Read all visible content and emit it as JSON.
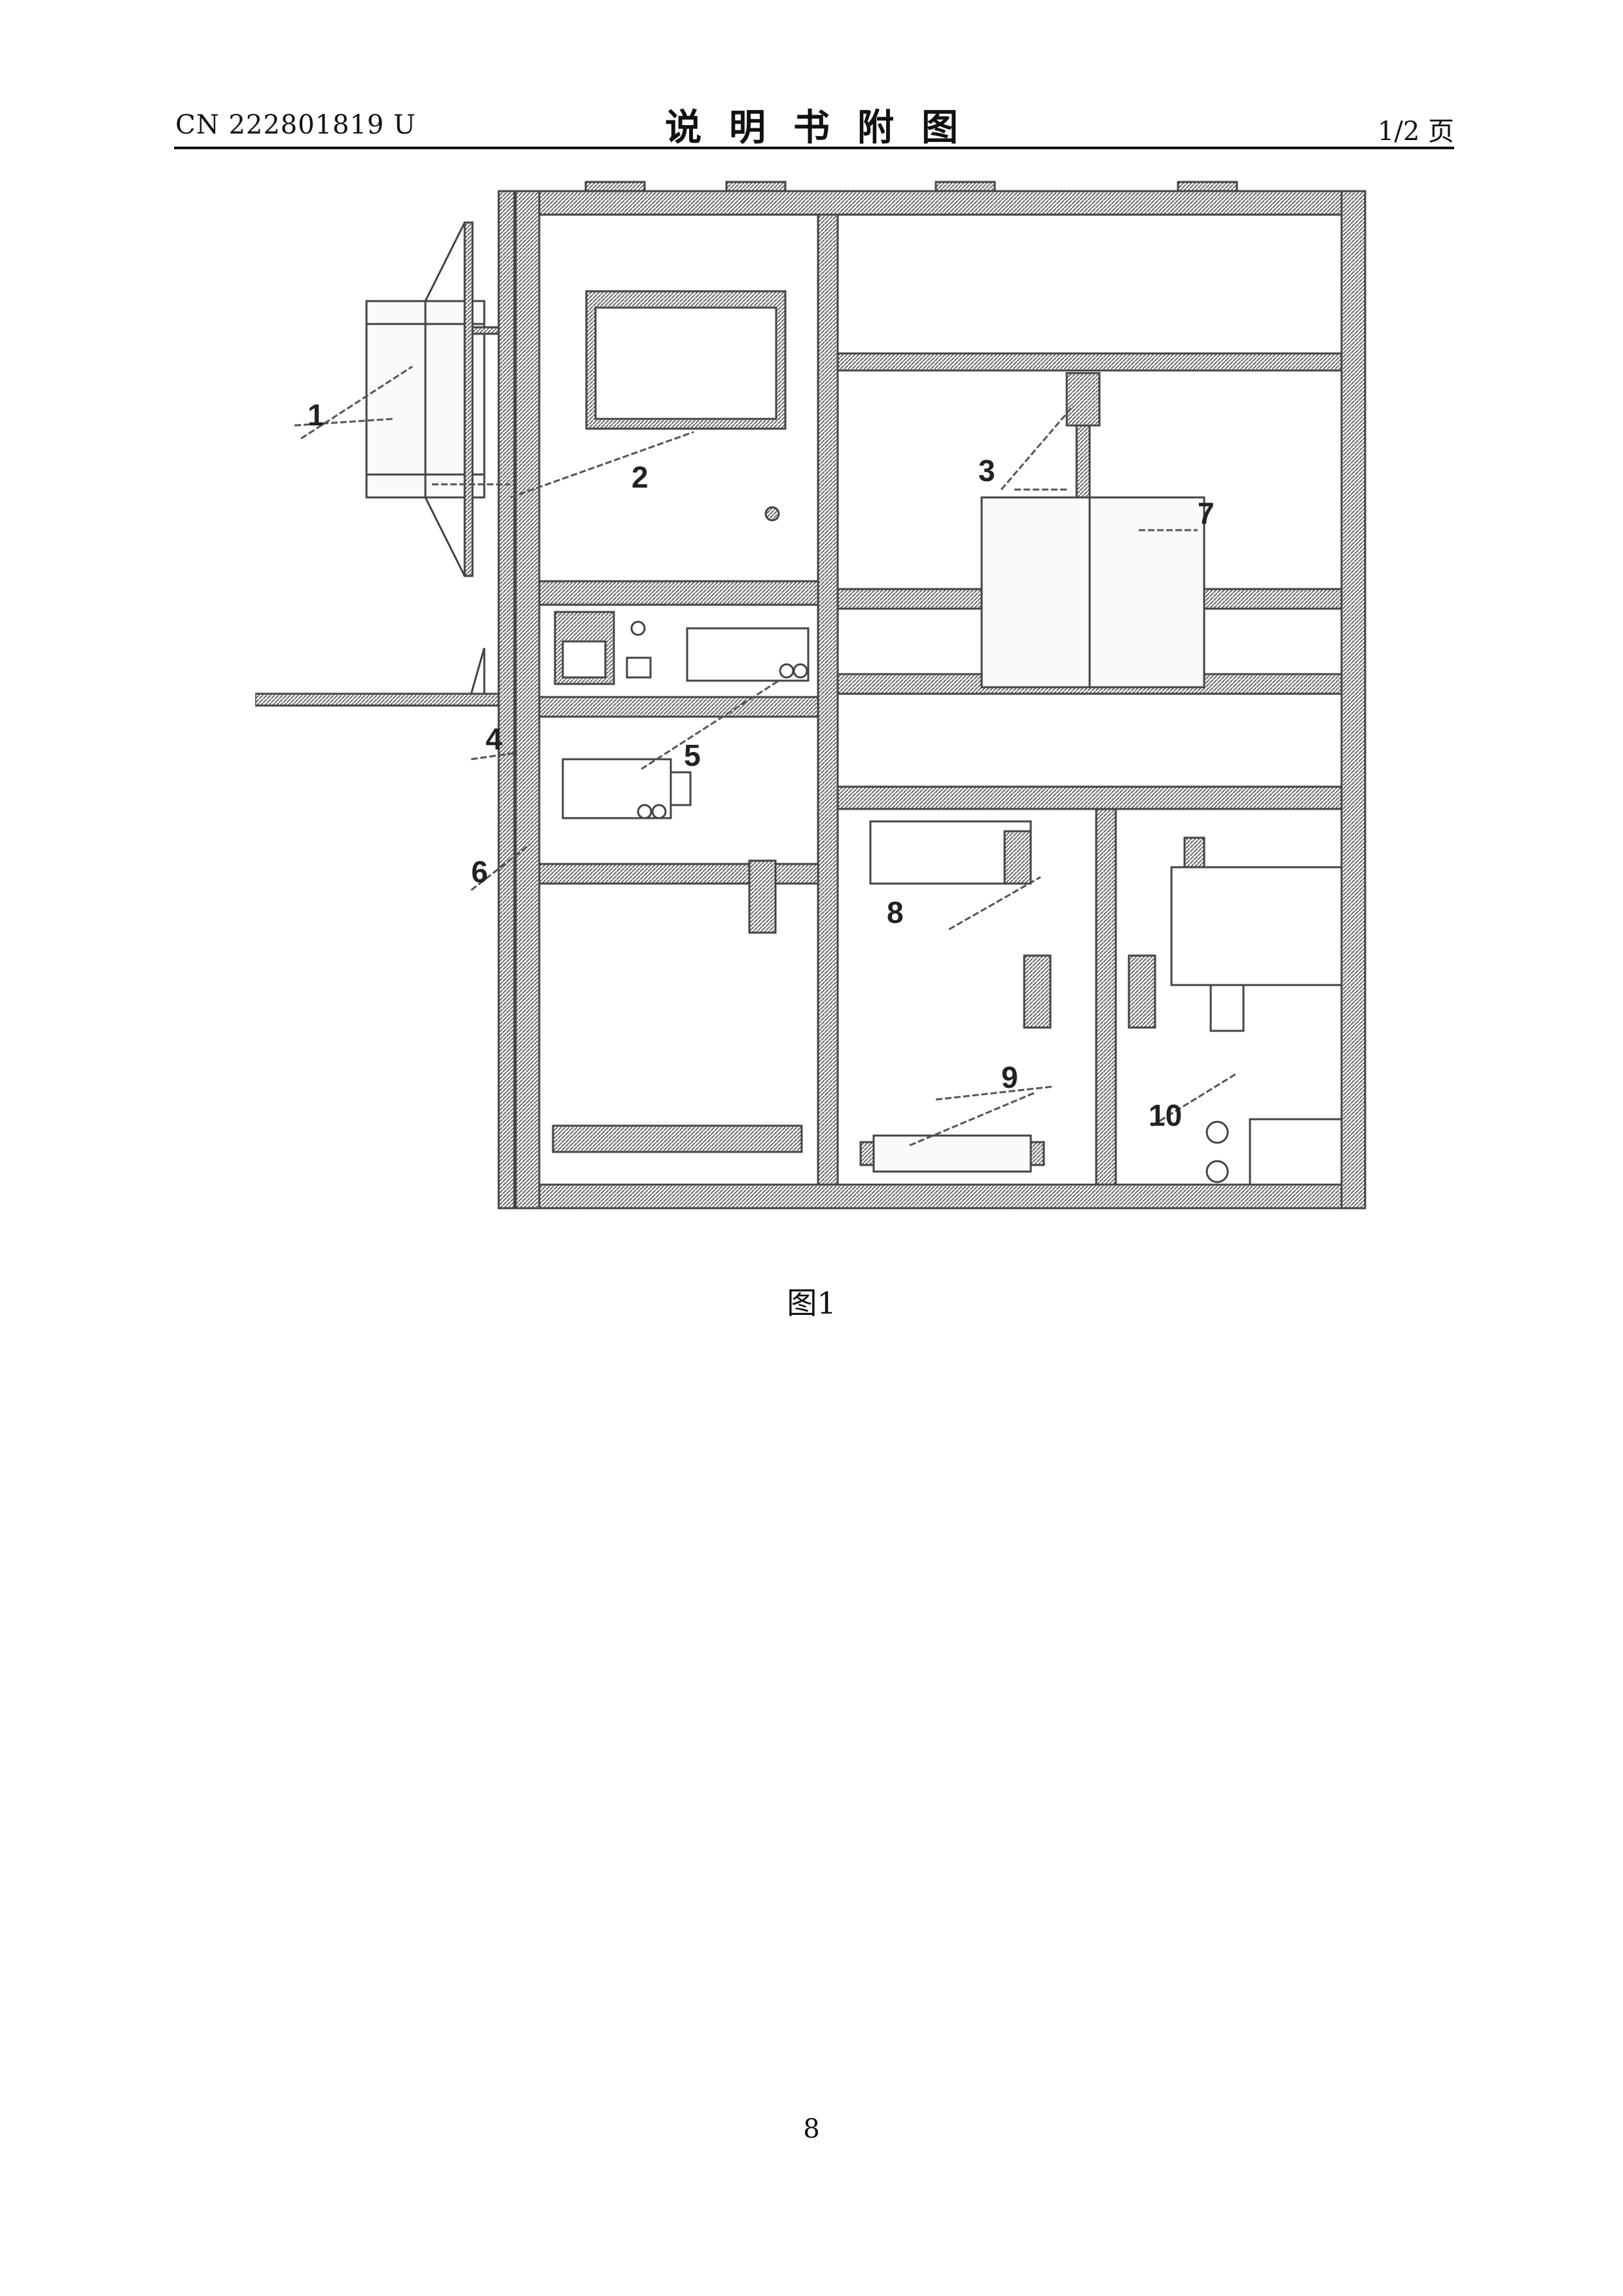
{
  "header": {
    "doc_number": "CN 222801819 U",
    "title": "说明书附图",
    "page_of": "1/2 页"
  },
  "figure": {
    "callouts": [
      "1",
      "2",
      "3",
      "4",
      "5",
      "6",
      "7",
      "8",
      "9",
      "10"
    ],
    "caption": "图1"
  },
  "footer": {
    "page_number": "8"
  }
}
